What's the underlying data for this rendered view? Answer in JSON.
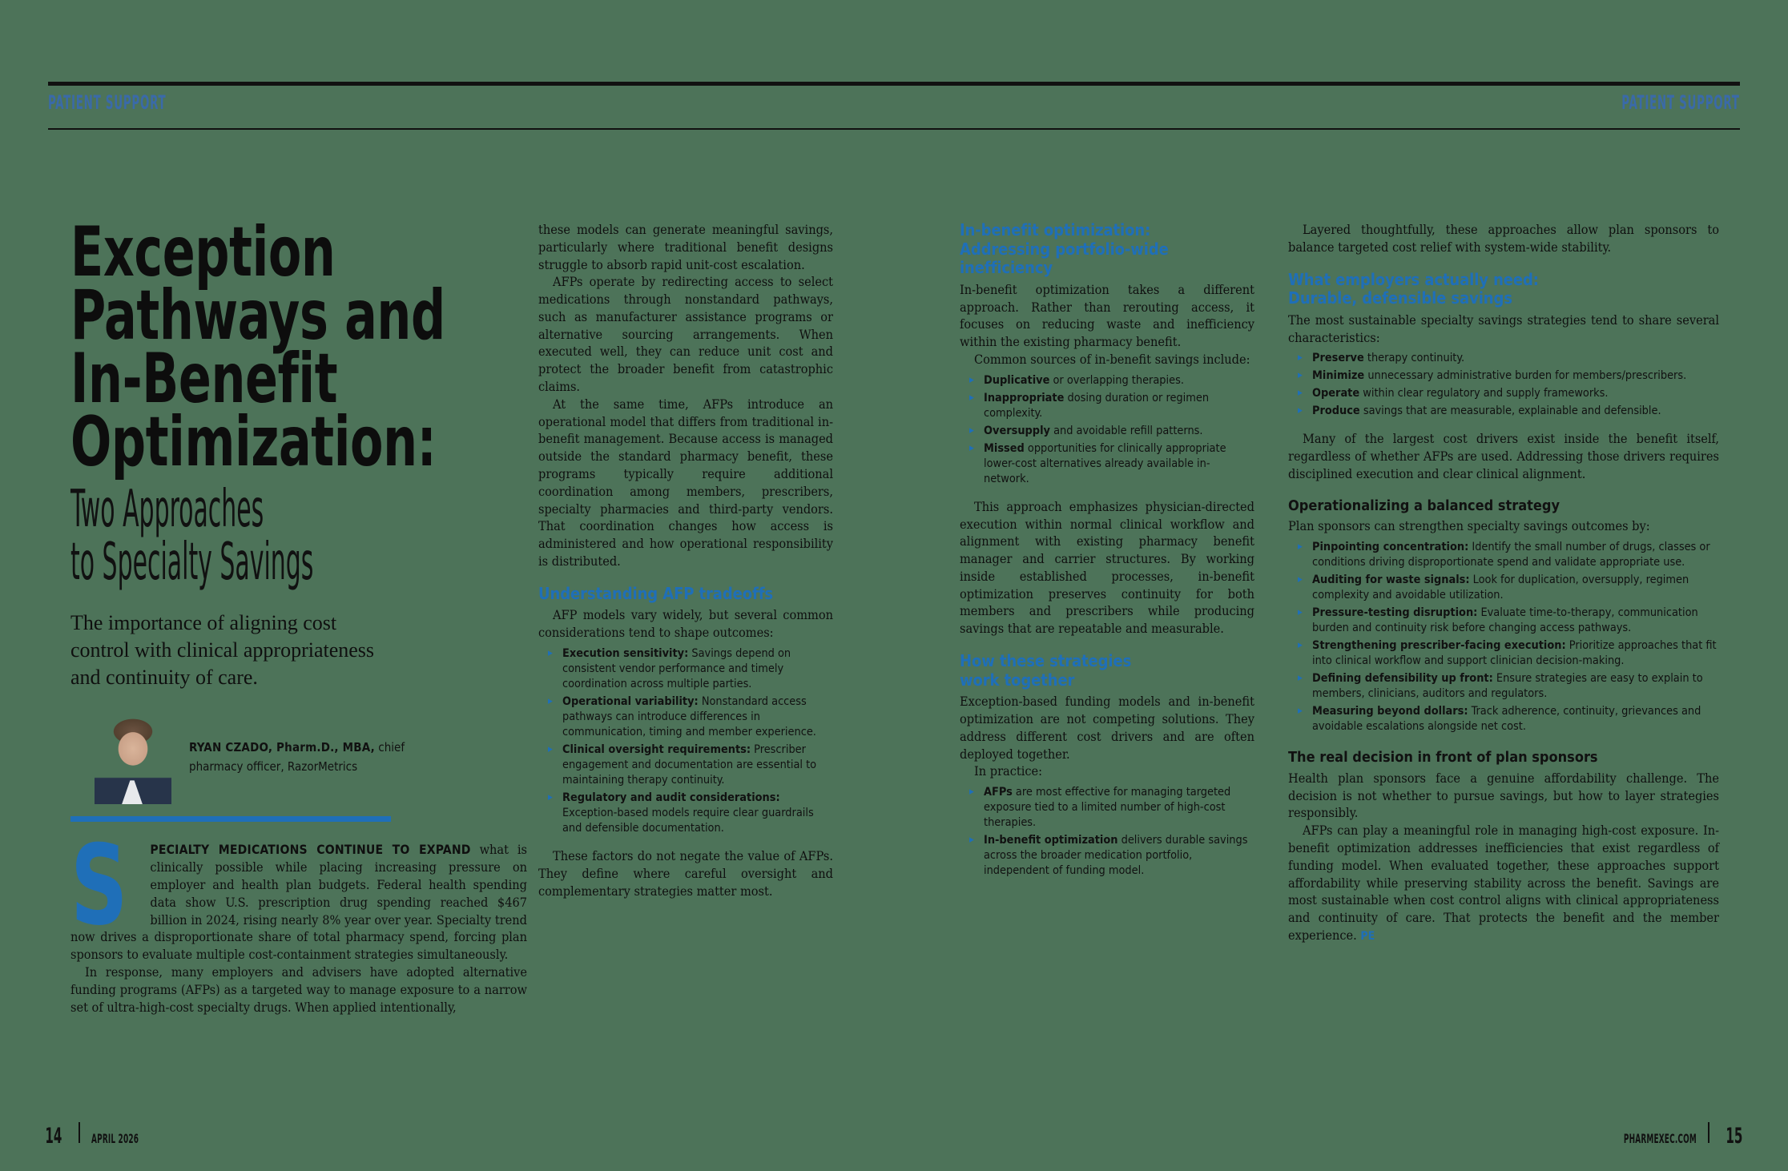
{
  "running_head": {
    "left": "PATIENT SUPPORT",
    "right": "PATIENT SUPPORT"
  },
  "headline": "Exception Pathways and In-Benefit Optimization:",
  "subheadline": "Two Approaches\nto Specialty Savings",
  "deck": "The importance of aligning cost control with clinical appropriateness and continuity of care.",
  "byline": {
    "name": "RYAN CZADO, Pharm.D., MBA,",
    "title": " chief pharmacy officer, RazorMetrics"
  },
  "colors": {
    "accent_blue": "#1f6fb8",
    "head_blue": "#3a6aa8",
    "page_bg": "#4d7359"
  },
  "column1": {
    "dropcap": "S",
    "lead_caps": "PECIALTY MEDICATIONS CONTINUE TO EXPAND",
    "lead_rest": " what is clinically possible while placing increasing pressure on employer and health plan budgets. Federal health spending data show U.S. prescription drug spending reached $467 billion in 2024, rising nearly 8% year over year. Specialty trend now drives a disproportionate share of total pharmacy spend, forcing plan sponsors to evaluate multiple cost-containment strategies simultaneously.",
    "p2": "In response, many employers and advisers have adopted alternative funding programs (AFPs) as a targeted way to manage exposure to a narrow set of ultra-high-cost specialty drugs. When applied intentionally,"
  },
  "column2": {
    "p1": "these models can generate meaningful savings, particularly where traditional benefit designs struggle to absorb rapid unit-cost escalation.",
    "p2": "AFPs operate by redirecting access to select medications through nonstandard pathways, such as manufacturer assistance programs or alternative sourcing arrangements. When executed well, they can reduce unit cost and protect the broader benefit from catastrophic claims.",
    "p3": "At the same time, AFPs introduce an operational model that differs from traditional in-benefit management. Because access is managed outside the standard pharmacy benefit, these programs typically require additional coordination among members, prescribers, specialty pharmacies and third-party vendors. That coordination changes how access is administered and how operational responsibility is distributed.",
    "head1": "Understanding AFP tradeoffs",
    "p4": "AFP models vary widely, but several common considerations tend to shape outcomes:",
    "bullets": [
      {
        "lead": "Execution sensitivity:",
        "text": " Savings depend on consistent vendor performance and timely coordination across multiple parties."
      },
      {
        "lead": "Operational variability:",
        "text": " Nonstandard access pathways can introduce differences in communication, timing and member experience."
      },
      {
        "lead": "Clinical oversight requirements:",
        "text": " Prescriber engagement and documentation are essential to maintaining therapy continuity."
      },
      {
        "lead": "Regulatory and audit considerations:",
        "text": " Exception-based models require clear guardrails and defensible documentation."
      }
    ],
    "p5": "These factors do not negate the value of AFPs. They define where careful oversight and complementary strategies matter most."
  },
  "column3": {
    "head1": "In-benefit optimization:\nAddressing portfolio-wide\ninefficiency",
    "p1": "In-benefit optimization takes a different approach. Rather than rerouting access, it focuses on reducing waste and inefficiency within the existing pharmacy benefit.",
    "p2": "Common sources of in-benefit savings include:",
    "bullets": [
      {
        "lead": "Duplicative",
        "text": " or overlapping therapies."
      },
      {
        "lead": "Inappropriate",
        "text": " dosing duration or regimen complexity."
      },
      {
        "lead": "Oversupply",
        "text": " and avoidable refill patterns."
      },
      {
        "lead": "Missed",
        "text": " opportunities for clinically appropriate lower-cost alternatives already available in-network."
      }
    ],
    "p3": "This approach emphasizes physician-directed execution within normal clinical workflow and alignment with existing pharmacy benefit manager and carrier structures. By working inside established processes, in-benefit optimization preserves continuity for both members and prescribers while producing savings that are repeatable and measurable.",
    "head2": "How these strategies\nwork together",
    "p4": "Exception-based funding models and in-benefit optimization are not competing solutions. They address different cost drivers and are often deployed together.",
    "p5": "In practice:",
    "bullets2": [
      {
        "lead": "AFPs",
        "text": " are most effective for managing targeted exposure tied to a limited number of high-cost therapies."
      },
      {
        "lead": "In-benefit optimization",
        "text": " delivers durable savings across the broader medication portfolio, independent of funding model."
      }
    ]
  },
  "column4": {
    "p1": "Layered thoughtfully, these approaches allow plan sponsors to balance targeted cost relief with system-wide stability.",
    "head1": "What employers actually need:\nDurable, defensible savings",
    "p2": "The most sustainable specialty savings strategies tend to share several characteristics:",
    "bullets": [
      {
        "lead": "Preserve",
        "text": " therapy continuity."
      },
      {
        "lead": "Minimize",
        "text": " unnecessary administrative burden for members/prescribers."
      },
      {
        "lead": "Operate",
        "text": " within clear regulatory and supply frameworks."
      },
      {
        "lead": "Produce",
        "text": " savings that are measurable, explainable and defensible."
      }
    ],
    "p3": "Many of the largest cost drivers exist inside the benefit itself, regardless of whether AFPs are used. Addressing those drivers requires disciplined execution and clear clinical alignment.",
    "head2": "Operationalizing a balanced strategy",
    "p4": "Plan sponsors can strengthen specialty savings outcomes by:",
    "bullets2": [
      {
        "lead": "Pinpointing concentration:",
        "text": " Identify the small number of drugs, classes or conditions driving disproportionate spend and validate appropriate use."
      },
      {
        "lead": "Auditing for waste signals:",
        "text": " Look for duplication, oversupply, regimen complexity and avoidable utilization."
      },
      {
        "lead": "Pressure-testing disruption:",
        "text": " Evaluate time-to-therapy, communication burden and continuity risk before changing access pathways."
      },
      {
        "lead": "Strengthening prescriber-facing execution:",
        "text": " Prioritize approaches that fit into clinical workflow and support clinician decision-making."
      },
      {
        "lead": "Defining defensibility up front:",
        "text": " Ensure strategies are easy to explain to members, clinicians, auditors and regulators."
      },
      {
        "lead": "Measuring beyond dollars:",
        "text": " Track adherence, continuity, grievances and avoidable escalations alongside net cost."
      }
    ],
    "head3": "The real decision in front of plan sponsors",
    "p5": "Health plan sponsors face a genuine affordability challenge. The decision is not whether to pursue savings, but how to layer strategies responsibly.",
    "p6": "AFPs can play a meaningful role in managing high-cost exposure. In-benefit optimization addresses inefficiencies that exist regardless of funding model. When evaluated together, these approaches support affordability while preserving stability across the benefit. Savings are most sustainable when cost control aligns with clinical appropriateness and continuity of care. That protects the benefit and the member experience.",
    "endmark": "PE"
  },
  "footer": {
    "left_page": "14",
    "left_label": "APRIL 2026",
    "right_label": "PHARMEXEC.COM",
    "right_page": "15"
  }
}
